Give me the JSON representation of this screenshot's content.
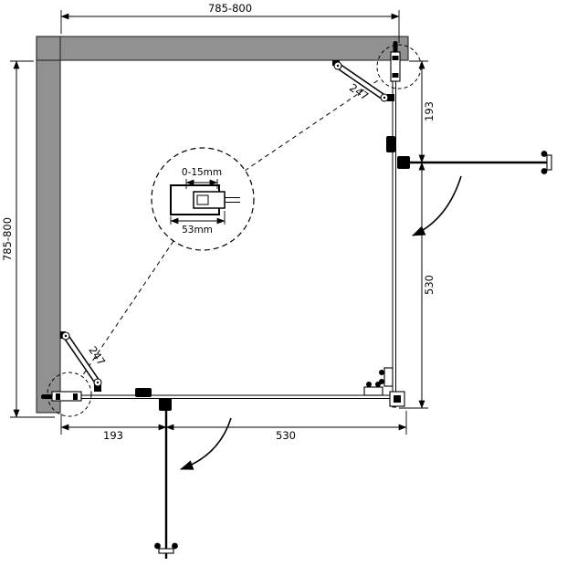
{
  "dimensions": {
    "overall_width": "785-800",
    "overall_height": "785-800",
    "right_upper": "193",
    "right_lower": "530",
    "bottom_left_seg": "193",
    "bottom_right_seg": "530"
  },
  "braces": {
    "top_right": "247",
    "bottom_left": "247"
  },
  "detail": {
    "adjustment_range": "0-15mm",
    "profile_width": "53mm"
  },
  "colors": {
    "wall_fill": "#919191",
    "wall_stroke": "#2b2b2b",
    "line": "#000000",
    "background": "#ffffff"
  }
}
